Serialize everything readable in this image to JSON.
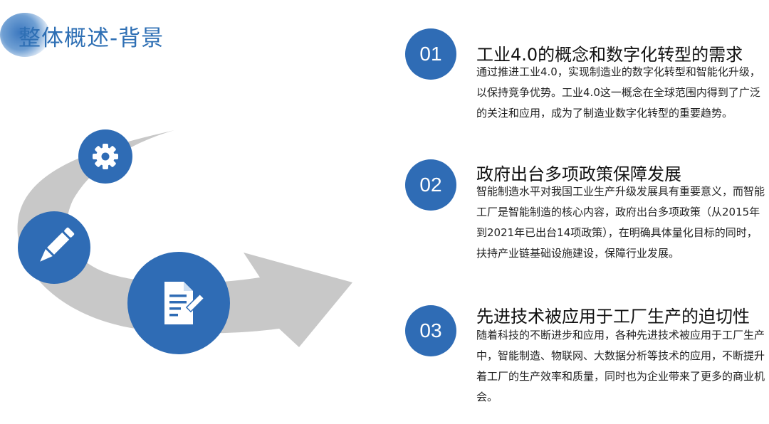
{
  "slide": {
    "title": "整体概述-背景"
  },
  "icons": {
    "gear": "gear-icon",
    "pencil": "pencil-icon",
    "document": "document-edit-icon"
  },
  "colors": {
    "accent": "#2f6cb5",
    "arrow": "#c8c8c8"
  },
  "sections": [
    {
      "number": "01",
      "title": "工业4.0的概念和数字化转型的需求",
      "body": "通过推进工业4.0，实现制造业的数字化转型和智能化升级，以保持竞争优势。工业4.0这一概念在全球范围内得到了广泛的关注和应用，成为了制造业数字化转型的重要趋势。"
    },
    {
      "number": "02",
      "title": "政府出台多项政策保障发展",
      "body": "智能制造水平对我国工业生产升级发展具有重要意义，而智能工厂是智能制造的核心内容，政府出台多项政策（从2015年到2021年已出台14项政策），在明确具体量化目标的同时，扶持产业链基础设施建设，保障行业发展。"
    },
    {
      "number": "03",
      "title": "先进技术被应用于工厂生产的迫切性",
      "body": "随着科技的不断进步和应用，各种先进技术被应用于工厂生产中，智能制造、物联网、大数据分析等技术的应用，不断提升着工厂的生产效率和质量，同时也为企业带来了更多的商业机会。"
    }
  ]
}
